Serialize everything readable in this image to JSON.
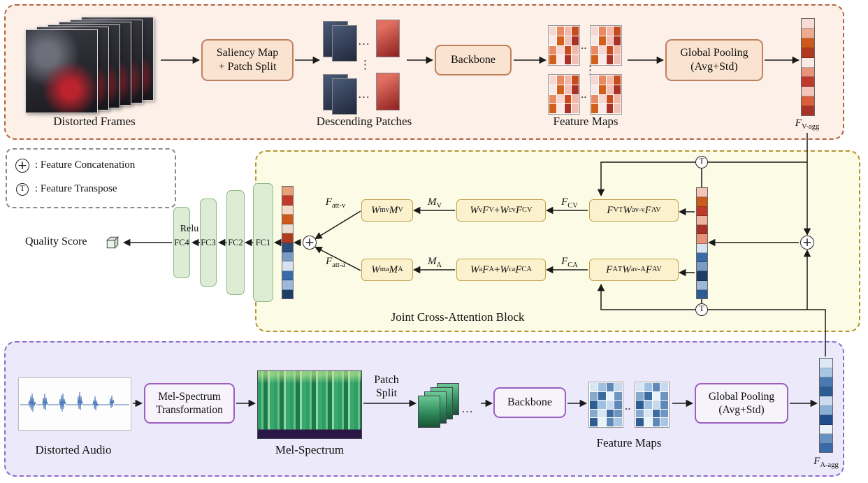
{
  "palette": {
    "video_border": "#b2653f",
    "video_bg": "#fdf0e9",
    "peach_box_bg": "#fae3d0",
    "peach_box_border": "#c0805c",
    "attention_border": "#b2952e",
    "attention_bg": "#fcfce6",
    "formula_bg": "#fbf1cd",
    "formula_border": "#c3a450",
    "fc_bg": "#dcecd5",
    "fc_border": "#8fb985",
    "audio_border": "#8b6cc9",
    "audio_bg": "#eceafa",
    "purple_box_border": "#9a5fc0",
    "arrow": "#1a1a1a"
  },
  "symbols": {
    "dots_h": "…",
    "dots_h2": "..",
    "dots_v": "⋮",
    "plus": "+",
    "transpose": "T"
  },
  "video": {
    "frames_label": "Distorted Frames",
    "saliency_box": "Saliency Map\n+ Patch Split",
    "patches_label": "Descending Patches",
    "backbone_label": "Backbone",
    "feature_maps_label": "Feature Maps",
    "pooling_box": "Global Pooling\n(Avg+Std)",
    "agg_label": [
      [
        "i",
        "F"
      ],
      [
        "sub",
        "V-agg"
      ]
    ],
    "agg_bar": [
      "#f7dcd6",
      "#efa98e",
      "#cc5a1a",
      "#b03a20",
      "#f9eae5",
      "#e8927a",
      "#c0392b",
      "#f4c6ba",
      "#d95f3a",
      "#a93226"
    ],
    "fmap": [
      "#f6d7d2",
      "#e98a63",
      "#f3b8a8",
      "#c84b1e",
      "#f9e9e6",
      "#d2601a",
      "#f0c0b4",
      "#a93226",
      "#e98a63",
      "#f6d7d2",
      "#c84b1e",
      "#f3b8a8",
      "#d2601a",
      "#f9e9e6",
      "#a93226",
      "#f0c0b4"
    ]
  },
  "legend": {
    "concat_label": ": Feature Concatenation",
    "transpose_label": ": Feature Transpose"
  },
  "attention": {
    "title": "Joint Cross-Attention Block",
    "quality_label": "Quality Score",
    "relu_label": "Relu",
    "fc_labels": [
      "FC4",
      "FC3",
      "FC2",
      "FC1"
    ],
    "fused_bar": [
      "#e8a07a",
      "#c0392b",
      "#f5d7c8",
      "#cc5a1a",
      "#e8ded6",
      "#b03a20",
      "#2c4f7c",
      "#7a9cc4",
      "#d6e2f0",
      "#3a6aaa",
      "#9db8d8",
      "#1f3d66"
    ],
    "av_bar": [
      "#f4c6ba",
      "#cc5a1a",
      "#c0392b",
      "#f0b49e",
      "#a93226",
      "#e8927a",
      "#d6e2f0",
      "#3a6aaa",
      "#7a9cc4",
      "#1f3d66",
      "#9db8d8",
      "#2e5d94"
    ],
    "row_v": {
      "att_label": [
        [
          "i",
          "F"
        ],
        [
          "sub",
          "att-v"
        ]
      ],
      "m_box": [
        [
          "i",
          "W"
        ],
        [
          "sub",
          "mv"
        ],
        [
          "i",
          "M"
        ],
        [
          "sub",
          "V"
        ]
      ],
      "m_label": [
        [
          "i",
          "M"
        ],
        [
          "sub",
          "V"
        ]
      ],
      "sum_box": [
        [
          "i",
          "W"
        ],
        [
          "sub",
          "v"
        ],
        [
          "i",
          "F"
        ],
        [
          "sub",
          "V"
        ],
        [
          "txt",
          "+"
        ],
        [
          "i",
          "W"
        ],
        [
          "sub",
          "cv"
        ],
        [
          "i",
          "F"
        ],
        [
          "sub",
          "CV"
        ]
      ],
      "c_label": [
        [
          "i",
          "F"
        ],
        [
          "sub",
          "CV"
        ]
      ],
      "corr_box": [
        [
          "i",
          "F"
        ],
        [
          "sub",
          "V"
        ],
        [
          "sup",
          "T"
        ],
        [
          "i",
          "W"
        ],
        [
          "sub",
          "av-v"
        ],
        [
          "i",
          "F"
        ],
        [
          "sub",
          "AV"
        ]
      ]
    },
    "row_a": {
      "att_label": [
        [
          "i",
          "F"
        ],
        [
          "sub",
          "att-a"
        ]
      ],
      "m_box": [
        [
          "i",
          "W"
        ],
        [
          "sub",
          "ma"
        ],
        [
          "i",
          "M"
        ],
        [
          "sub",
          "A"
        ]
      ],
      "m_label": [
        [
          "i",
          "M"
        ],
        [
          "sub",
          "A"
        ]
      ],
      "sum_box": [
        [
          "i",
          "W"
        ],
        [
          "sub",
          "a"
        ],
        [
          "i",
          "F"
        ],
        [
          "sub",
          "A"
        ],
        [
          "txt",
          "+"
        ],
        [
          "i",
          "W"
        ],
        [
          "sub",
          "ca"
        ],
        [
          "i",
          "F"
        ],
        [
          "sub",
          "CA"
        ]
      ],
      "c_label": [
        [
          "i",
          "F"
        ],
        [
          "sub",
          "CA"
        ]
      ],
      "corr_box": [
        [
          "i",
          "F"
        ],
        [
          "sub",
          "A"
        ],
        [
          "sup",
          "T"
        ],
        [
          "i",
          "W"
        ],
        [
          "sub",
          "av-A"
        ],
        [
          "i",
          "F"
        ],
        [
          "sub",
          "AV"
        ]
      ]
    }
  },
  "audio": {
    "audio_label": "Distorted Audio",
    "mel_box": "Mel-Spectrum\nTransformation",
    "mel_label": "Mel-Spectrum",
    "patch_split_label": "Patch\nSplit",
    "backbone_label": "Backbone",
    "feature_maps_label": "Feature Maps",
    "pooling_box": "Global Pooling\n(Avg+Std)",
    "agg_label": [
      [
        "i",
        "F"
      ],
      [
        "sub",
        "A-agg"
      ]
    ],
    "agg_bar": [
      "#dce8f5",
      "#a8c6e4",
      "#4a7ab0",
      "#2e5d94",
      "#ccdcee",
      "#8cb0d4",
      "#1f4e8c",
      "#e8f0f8",
      "#6890c0",
      "#3a6aaa"
    ],
    "fmap": [
      "#d8e6f4",
      "#9fc0e0",
      "#5e88b8",
      "#c6d9ee",
      "#86a9cc",
      "#3c6ba0",
      "#eaf2fa",
      "#6f94c0",
      "#2e5d94",
      "#9fc0e0",
      "#c6d9ee",
      "#5e88b8",
      "#86a9cc",
      "#d8e6f4",
      "#3c6ba0",
      "#6f94c0",
      "#2e5d94",
      "#eaf2fa",
      "#5e88b8",
      "#a8c6e4"
    ]
  }
}
